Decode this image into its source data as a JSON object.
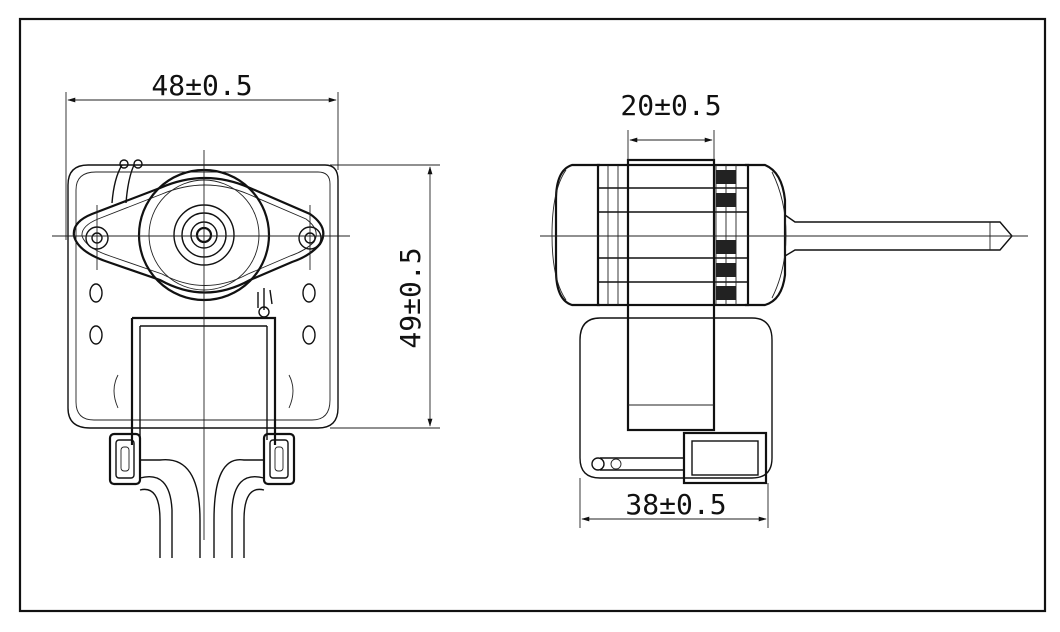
{
  "dimensions": {
    "front_width": "48±0.5",
    "front_height": "49±0.5",
    "side_core_width": "20±0.5",
    "side_total_width": "38±0.5"
  }
}
